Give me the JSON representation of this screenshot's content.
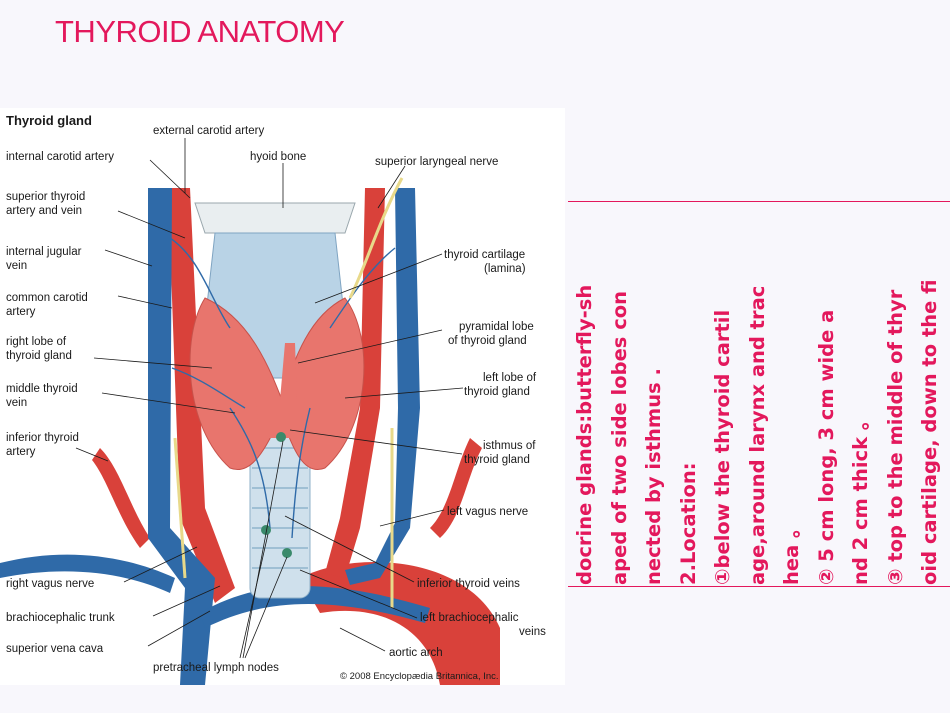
{
  "slide": {
    "title": "THYROID ANATOMY"
  },
  "figure": {
    "heading": "Thyroid gland",
    "labels": {
      "external_carotid": "external carotid artery",
      "internal_carotid": "internal carotid artery",
      "hyoid": "hyoid bone",
      "sup_laryngeal": "superior laryngeal nerve",
      "sup_thyroid_1": "superior thyroid",
      "sup_thyroid_2": "artery and vein",
      "int_jugular_1": "internal jugular",
      "int_jugular_2": "vein",
      "thyroid_cart_1": "thyroid cartilage",
      "thyroid_cart_2": "(lamina)",
      "common_carotid_1": "common carotid",
      "common_carotid_2": "artery",
      "pyramidal_1": "pyramidal lobe",
      "pyramidal_2": "of thyroid gland",
      "right_lobe_1": "right lobe of",
      "right_lobe_2": "thyroid gland",
      "left_lobe_1": "left lobe of",
      "left_lobe_2": "thyroid gland",
      "middle_thyroid_1": "middle thyroid",
      "middle_thyroid_2": "vein",
      "inf_thyroid_1": "inferior thyroid",
      "inf_thyroid_2": "artery",
      "isthmus_1": "isthmus of",
      "isthmus_2": "thyroid gland",
      "left_vagus": "left vagus nerve",
      "right_vagus": "right vagus nerve",
      "inf_thyroid_veins": "inferior thyroid veins",
      "brachio_trunk": "brachiocephalic trunk",
      "left_brachio_1": "left brachiocephalic",
      "left_brachio_2": "veins",
      "sup_vena_cava": "superior vena cava",
      "aortic_arch": "aortic arch",
      "pretracheal": "pretracheal lymph nodes",
      "copyright": "© 2008 Encyclopædia Britannica, Inc."
    },
    "colors": {
      "vein": "#2f6aa8",
      "artery": "#d9413a",
      "gland": "#e8756d",
      "cartilage": "#b9d3e6",
      "nerve": "#e8d98a"
    }
  },
  "notes": {
    "lines": [
      "docrine glands:butterfly-sh",
      "aped of two side lobes con",
      "nected by isthmus .",
      "2.Location:",
      "①below the thyroid cartil",
      "age,around  larynx and trac",
      "hea 。",
      "②  5 cm long, 3 cm wide a",
      "nd 2 cm thick 。",
      "③ top to the middle of thyr",
      "oid cartilage, down to the fi"
    ]
  }
}
